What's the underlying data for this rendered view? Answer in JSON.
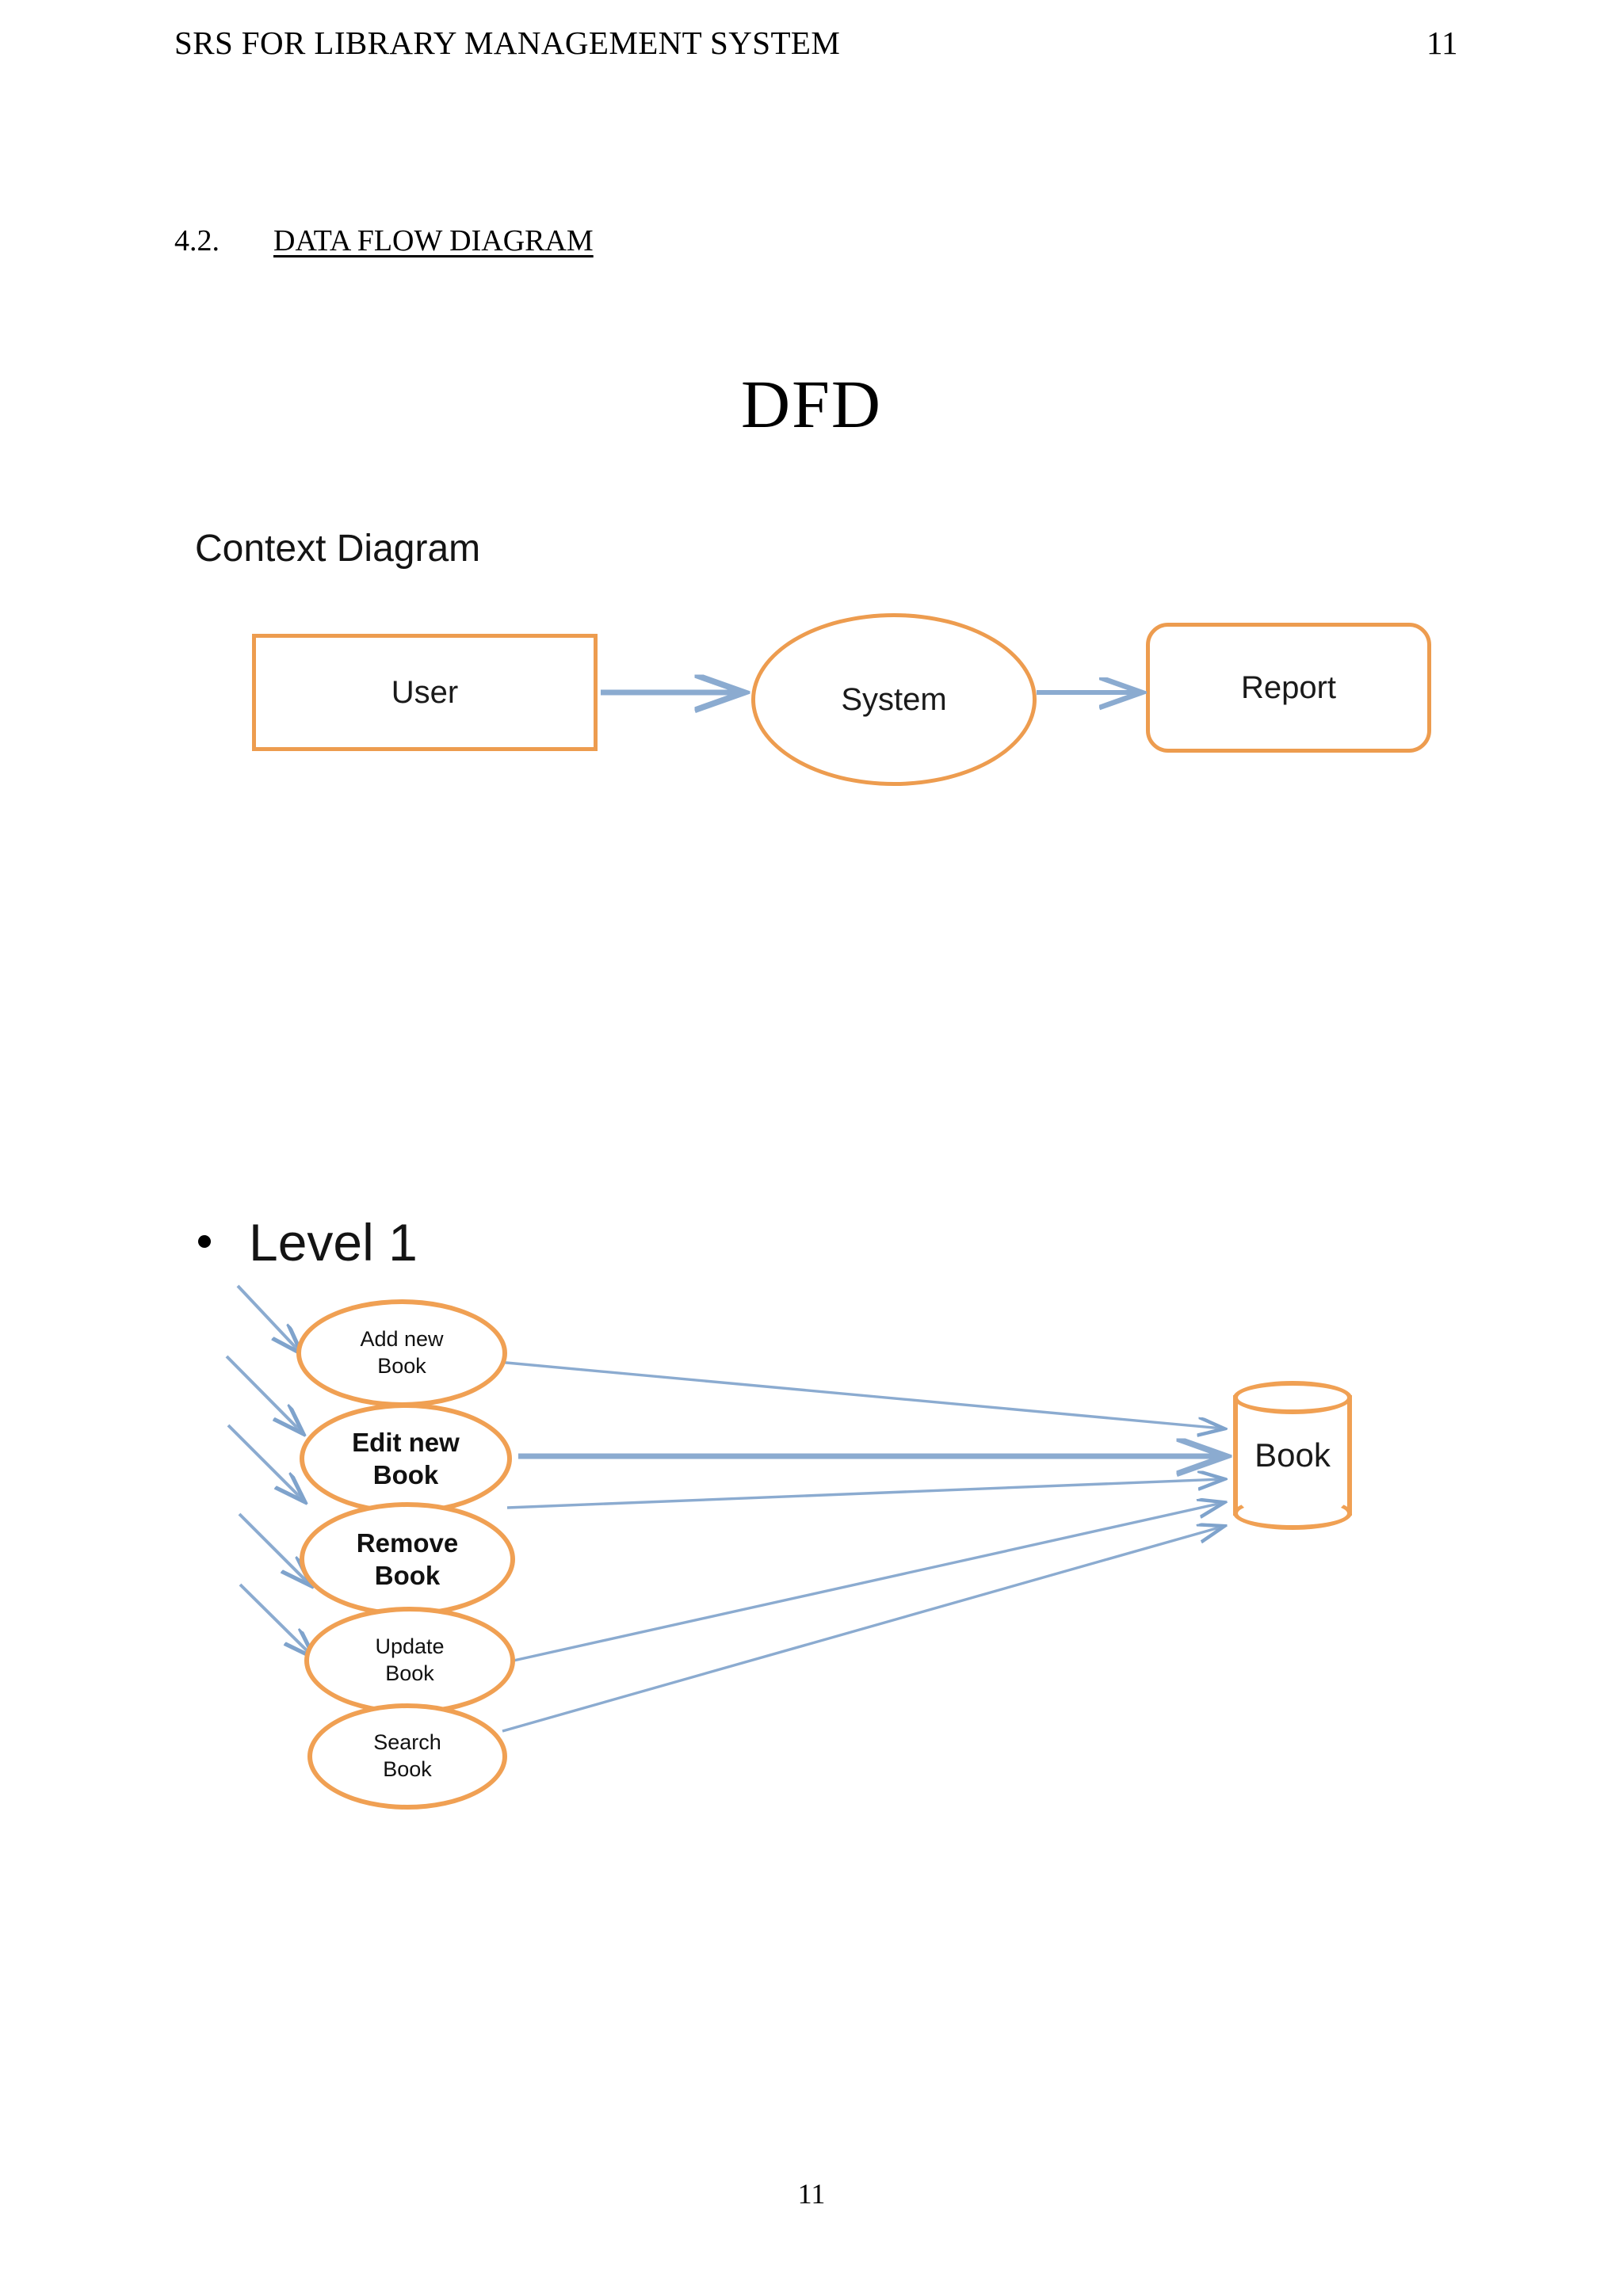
{
  "page": {
    "header": {
      "title": "SRS FOR LIBRARY MANAGEMENT SYSTEM",
      "page_number": "11"
    },
    "footer": {
      "page_number": "11"
    },
    "section": {
      "number": "4.2.",
      "title": "DATA FLOW DIAGRAM"
    },
    "diagram_title": "DFD"
  },
  "colors": {
    "shape_border_orange": "#ED9C4F",
    "ellipse_border_orange": "#F0A053",
    "arrow_blue": "#8BABD0",
    "text_black": "#000000",
    "page_background": "#FFFFFF"
  },
  "context_diagram": {
    "label": "Context Diagram",
    "nodes": [
      {
        "id": "user",
        "label": "User",
        "shape": "rectangle"
      },
      {
        "id": "system",
        "label": "System",
        "shape": "ellipse"
      },
      {
        "id": "report",
        "label": "Report",
        "shape": "rounded-rectangle"
      }
    ],
    "flows": [
      {
        "from": "user",
        "to": "system"
      },
      {
        "from": "system",
        "to": "report"
      }
    ]
  },
  "level1_diagram": {
    "label": "Level 1",
    "bullet": "•",
    "processes": [
      {
        "id": "add-new-book",
        "label_line1": "Add new",
        "label_line2": "Book",
        "emphasis": "normal"
      },
      {
        "id": "edit-new-book",
        "label_line1": "Edit new",
        "label_line2": "Book",
        "emphasis": "bold"
      },
      {
        "id": "remove-book",
        "label_line1": "Remove",
        "label_line2": "Book",
        "emphasis": "bold"
      },
      {
        "id": "update-book",
        "label_line1": "Update",
        "label_line2": "Book",
        "emphasis": "normal"
      },
      {
        "id": "search-book",
        "label_line1": "Search",
        "label_line2": "Book",
        "emphasis": "normal"
      }
    ],
    "data_store": {
      "id": "book-store",
      "label": "Book",
      "shape": "cylinder"
    },
    "inbound_arrow_count": 5,
    "outbound_arrow_count": 5
  }
}
